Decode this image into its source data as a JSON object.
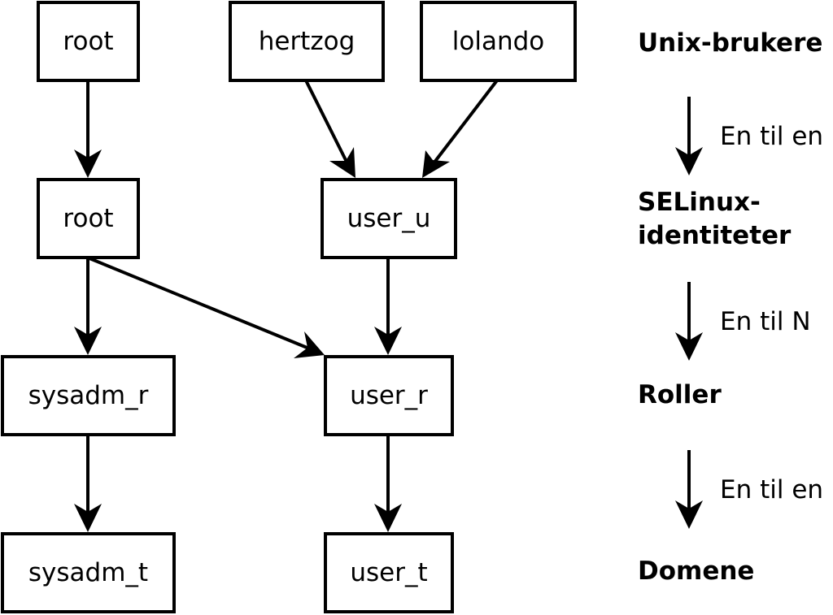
{
  "nodes": {
    "root_user": "root",
    "hertzog": "hertzog",
    "lolando": "lolando",
    "root_identity": "root",
    "user_u": "user_u",
    "sysadm_r": "sysadm_r",
    "user_r": "user_r",
    "sysadm_t": "sysadm_t",
    "user_t": "user_t"
  },
  "edges": [
    {
      "from": "root_user",
      "to": "root_identity"
    },
    {
      "from": "hertzog",
      "to": "user_u"
    },
    {
      "from": "lolando",
      "to": "user_u"
    },
    {
      "from": "root_identity",
      "to": "sysadm_r"
    },
    {
      "from": "root_identity",
      "to": "user_r"
    },
    {
      "from": "user_u",
      "to": "user_r"
    },
    {
      "from": "sysadm_r",
      "to": "sysadm_t"
    },
    {
      "from": "user_r",
      "to": "user_t"
    }
  ],
  "legend": {
    "levels": {
      "unix_users": "Unix-brukere",
      "selinux_identities_line1": "SELinux-",
      "selinux_identities_line2": "identiteter",
      "roles": "Roller",
      "domains": "Domene"
    },
    "relations": {
      "users_to_identities": "En til en",
      "identities_to_roles": "En til N",
      "roles_to_domains": "En til en"
    }
  }
}
